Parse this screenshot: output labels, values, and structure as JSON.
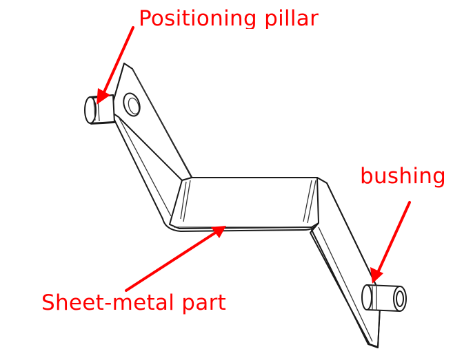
{
  "labels": {
    "pillar": "Positioning pillar",
    "bushing": "bushing",
    "sheet": "Sheet-metal part"
  },
  "colors": {
    "annotation": "#ff0000",
    "line": "#1a1a1a",
    "background": "#ffffff"
  }
}
